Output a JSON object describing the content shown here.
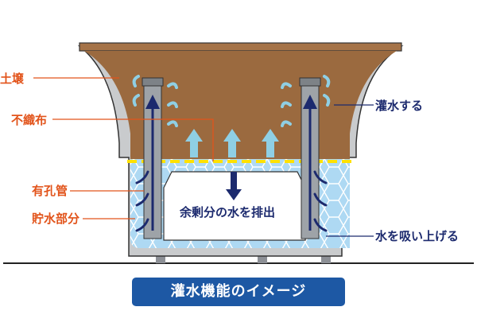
{
  "labels": {
    "soil": "土壌",
    "nonwoven": "不織布",
    "perforated_pipe": "有孔管",
    "reservoir": "貯水部分",
    "watering": "灌水する",
    "drain_excess": "余剰分の水を排出",
    "absorb_water": "水を吸い上げる"
  },
  "caption": "灌水機能のイメージ",
  "colors": {
    "soil": "#9b6a3f",
    "water": "#aed9f3",
    "pipe": "#9ea3a8",
    "pot_wall": "#c9cbcd",
    "dashed_line": "#ffe100",
    "arrow_dark": "#1c2a6e",
    "arrow_light": "#8fcfe4",
    "callout_orange": "#e2541b",
    "caption_bg": "#1d58a4"
  }
}
